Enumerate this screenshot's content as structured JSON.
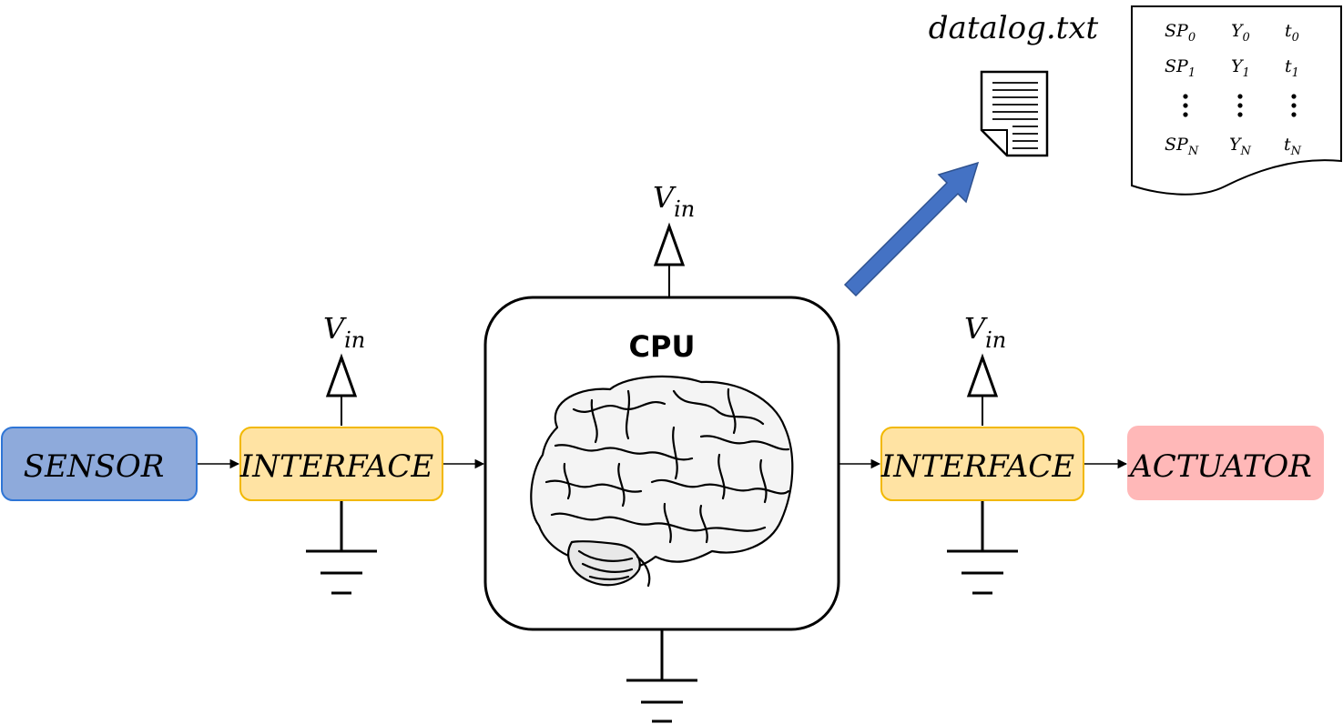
{
  "blocks": {
    "sensor": "SENSOR",
    "interface_left": "INTERFACE",
    "cpu": "CPU",
    "interface_right": "INTERFACE",
    "actuator": "ACTUATOR"
  },
  "supply": {
    "main": "V",
    "sub": "in"
  },
  "file": {
    "name": "datalog.txt"
  },
  "datalog_table": {
    "rows": [
      [
        {
          "main": "SP",
          "sub": "0"
        },
        {
          "main": "Y",
          "sub": "0"
        },
        {
          "main": "t",
          "sub": "0"
        }
      ],
      [
        {
          "main": "SP",
          "sub": "1"
        },
        {
          "main": "Y",
          "sub": "1"
        },
        {
          "main": "t",
          "sub": "1"
        }
      ],
      [
        {
          "main": "SP",
          "sub": "N"
        },
        {
          "main": "Y",
          "sub": "N"
        },
        {
          "main": "t",
          "sub": "N"
        }
      ]
    ]
  },
  "colors": {
    "sensor_fill": "#8eaadb",
    "sensor_stroke": "#2e75d6",
    "interface_fill": "#ffe3a3",
    "interface_stroke": "#f2b800",
    "actuator_fill": "#ffb8b8",
    "arrow_blue": "#4472c4",
    "arrow_blue_stroke": "#2f528f"
  }
}
